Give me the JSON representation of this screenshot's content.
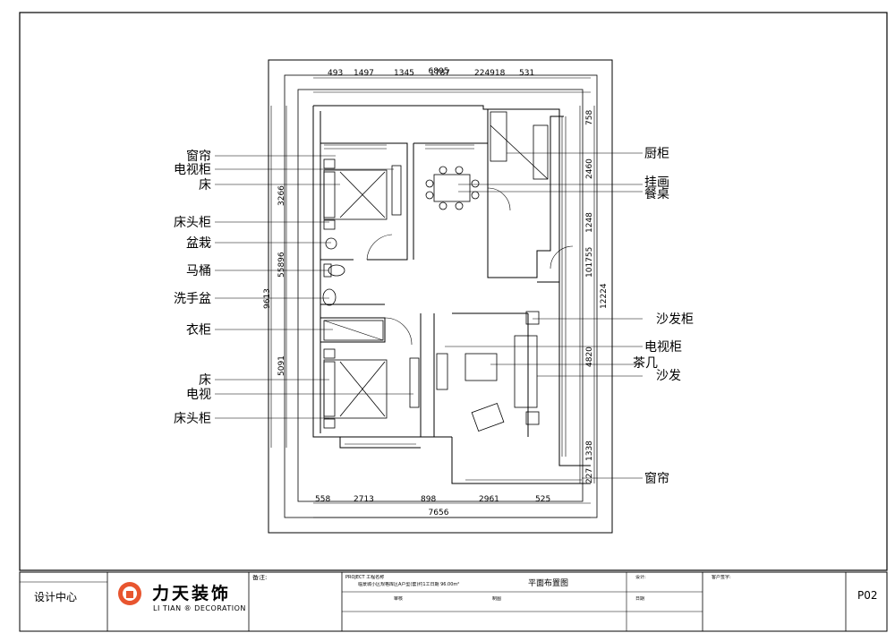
{
  "title_dim": "6805",
  "top_dims": [
    "493",
    "1497",
    "1345",
    "1787",
    "224918",
    "531"
  ],
  "bottom_dims": [
    "558",
    "2713",
    "898",
    "2961",
    "525"
  ],
  "bottom_total": "7656",
  "left_dims": [
    "3266",
    "55896",
    "9613",
    "5091"
  ],
  "right_dims": [
    "758",
    "2460",
    "1248",
    "101755",
    "12224",
    "4820",
    "1338",
    "227"
  ],
  "labels_left": [
    "窗帘",
    "电视柜",
    "床",
    "床头柜",
    "盆栽",
    "马桶",
    "洗手盆",
    "衣柜",
    "床",
    "电视",
    "床头柜"
  ],
  "labels_right": [
    "厨柜",
    "挂画",
    "餐桌",
    "沙发柜",
    "电视柜",
    "茶几",
    "沙发",
    "窗帘"
  ],
  "title_block": {
    "designer_label": "设计中心",
    "company": "力天装饰",
    "company_en": "LI TIAN",
    "company_en2": "DECORATION",
    "registered": "®",
    "notes_label": "备注:",
    "drawing_name": "平面布置图",
    "sheet_no": "P02",
    "client_label": "客户签字:",
    "project_label": "PROJECT 工程名称",
    "project_value": "临景城小区规格库区A户型(套)约1工日期 96.00m²",
    "sig_label": "设计:",
    "checker": "审核",
    "drawer": "制图",
    "date": "日期"
  }
}
